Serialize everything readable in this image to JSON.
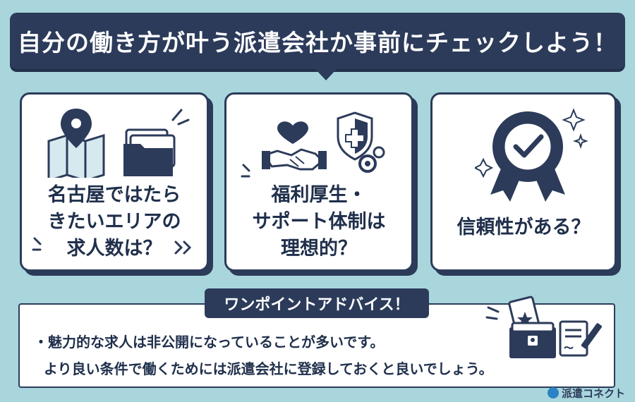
{
  "title": "自分の働き方が叶う派遣会社か事前にチェックしよう！",
  "cards": [
    {
      "lines": [
        "名古屋ではたら",
        "きたいエリアの",
        "求人数は？"
      ],
      "icons": [
        "map-pin-icon",
        "folder-icon"
      ]
    },
    {
      "lines": [
        "福利厚生・",
        "サポート体制は",
        "理想的？"
      ],
      "icons": [
        "handshake-heart-icon",
        "shield-gear-icon"
      ]
    },
    {
      "lines": [
        "信頼性がある？"
      ],
      "icons": [
        "award-ribbon-icon"
      ]
    }
  ],
  "advice": {
    "label": "ワンポイントアドバイス！",
    "lines": [
      "・魅力的な求人は非公開になっていることが多いです。",
      "より良い条件で働くためには派遣会社に登録しておくと良いでしょう。"
    ],
    "icons": [
      "treasure-chest-icon",
      "document-pen-icon"
    ]
  },
  "brand": {
    "name": "派遣コネクト"
  },
  "colors": {
    "background": "#a9d6dc",
    "navy": "#2c3b5a",
    "card": "#ffffff",
    "accent": "#2a82c4"
  }
}
